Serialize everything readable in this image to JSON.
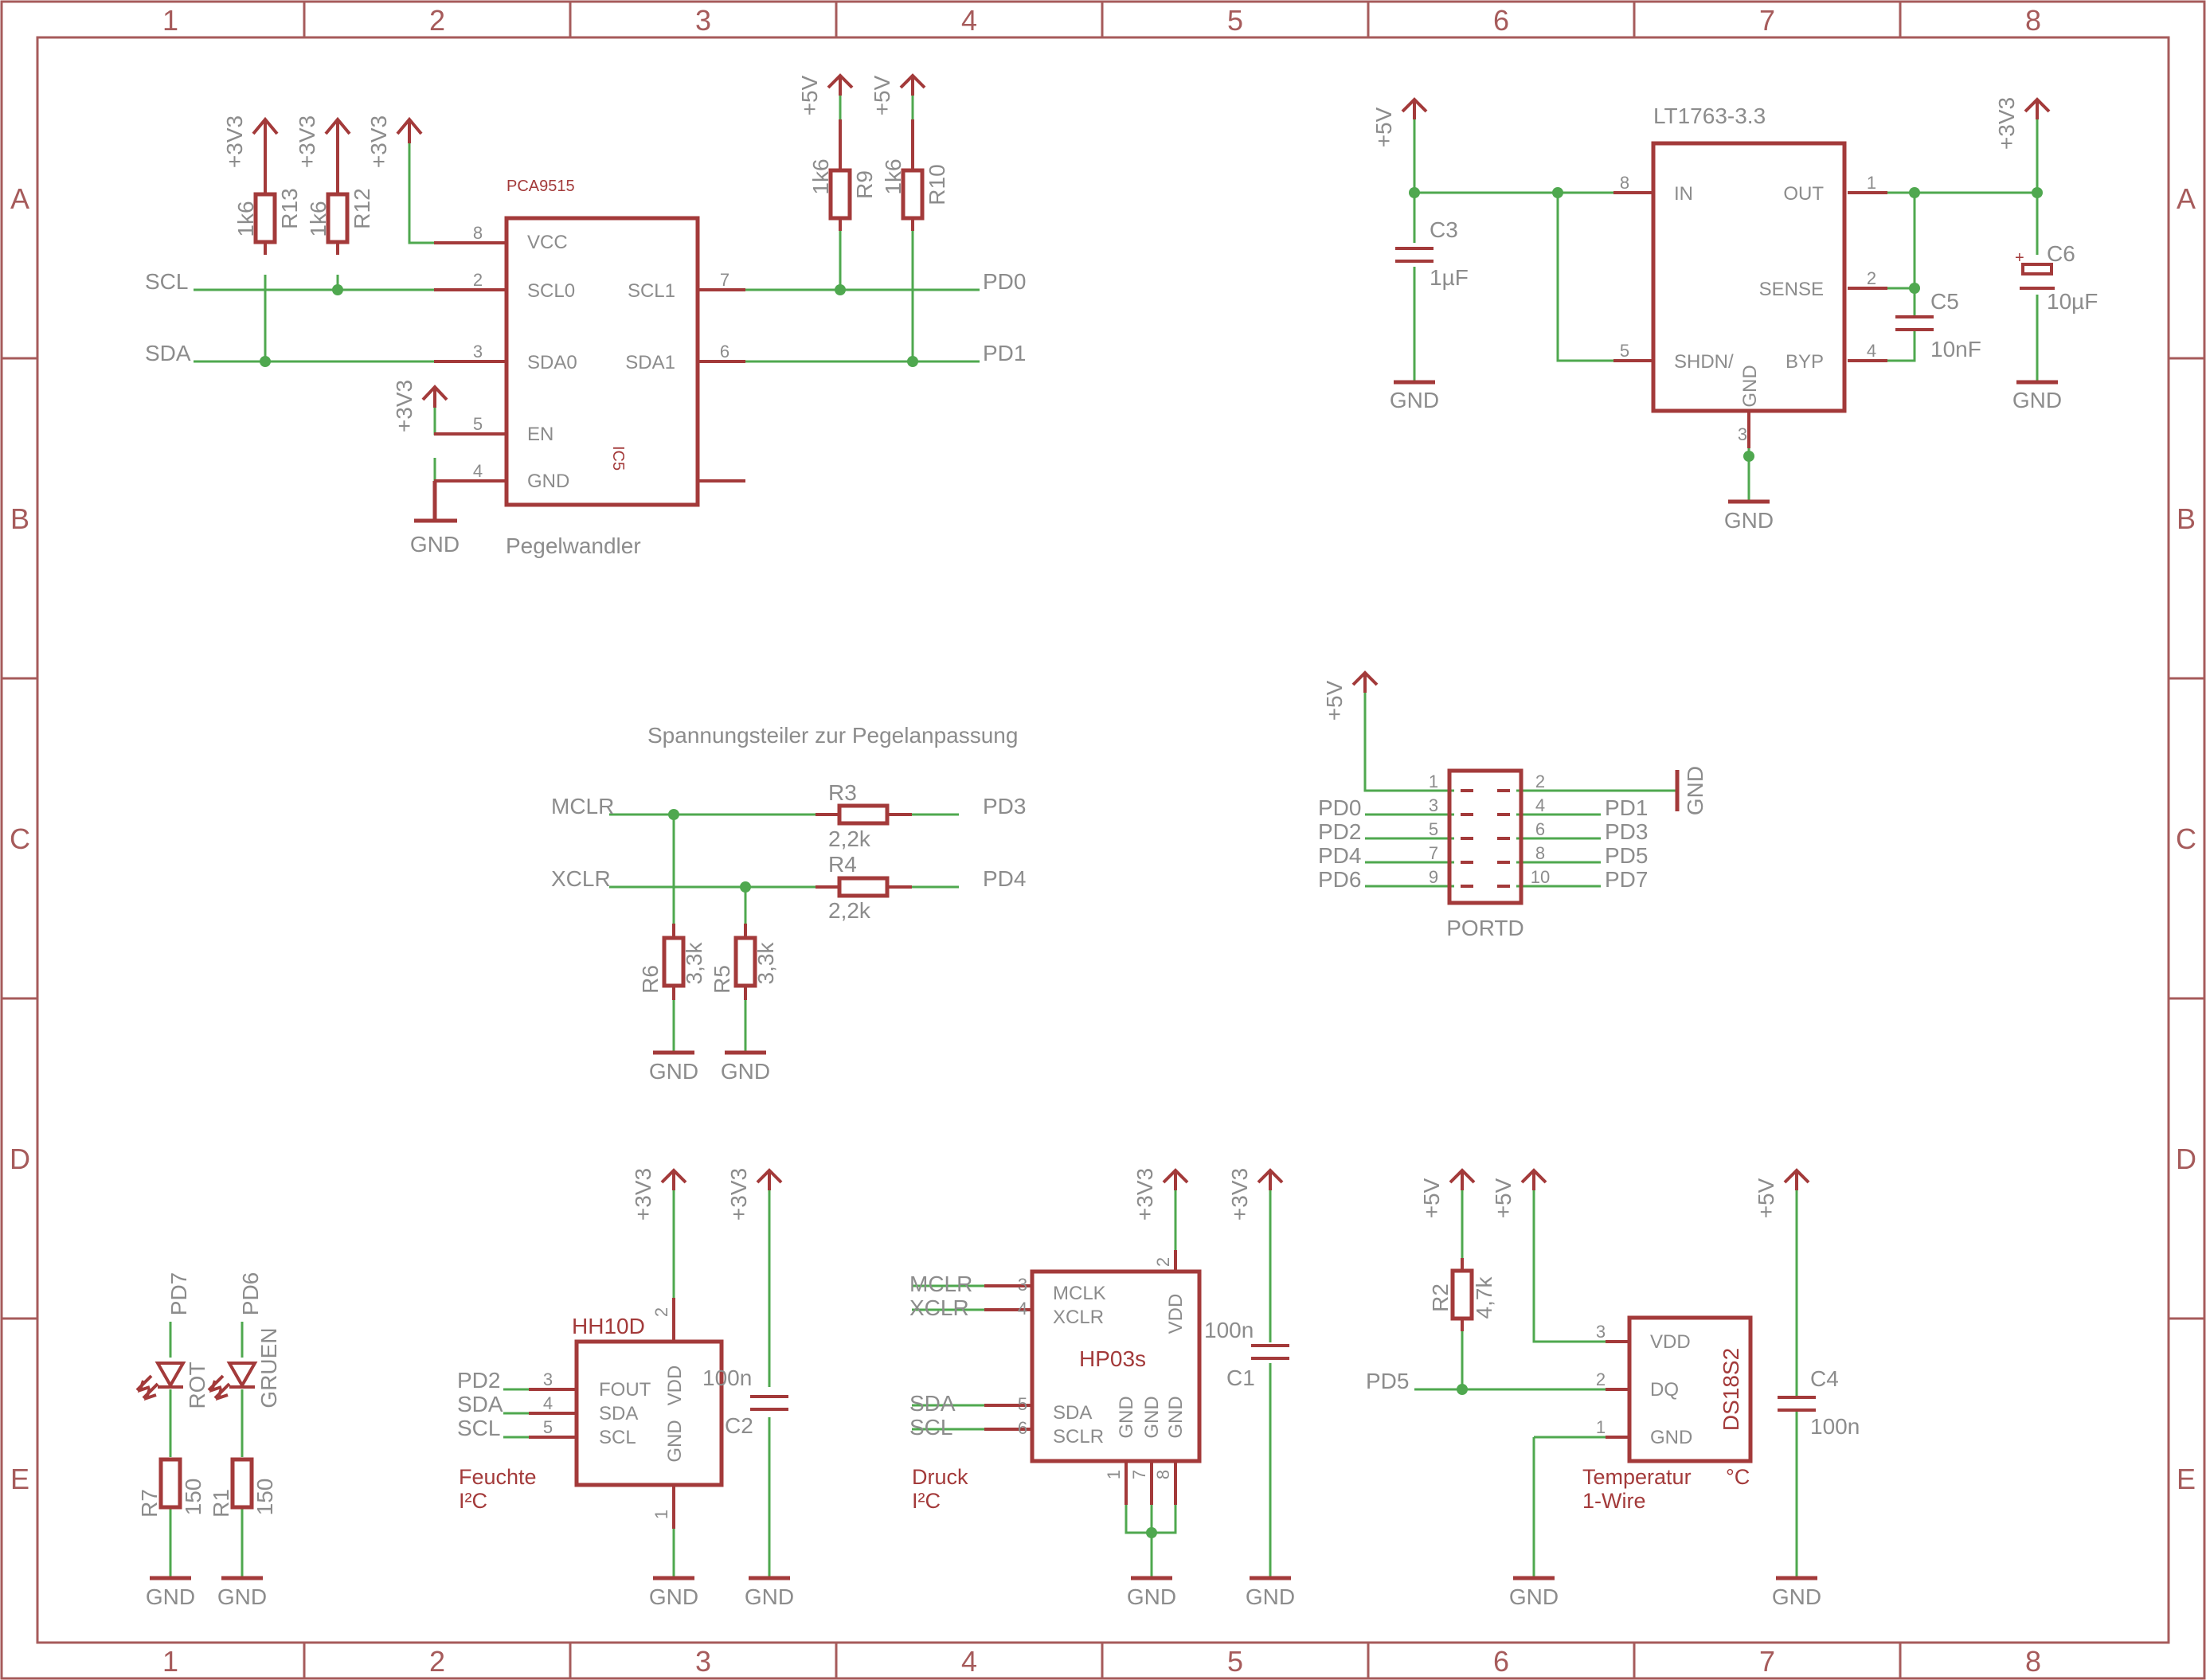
{
  "frame": {
    "columns": [
      "1",
      "2",
      "3",
      "4",
      "5",
      "6",
      "7",
      "8"
    ],
    "rows": [
      "A",
      "B",
      "C",
      "D",
      "E"
    ]
  },
  "pegelwandler": {
    "ic_name": "IC5",
    "ic_value": "PCA9515",
    "label": "Pegelwandler",
    "pins_left": [
      {
        "num": "8",
        "name": "VCC"
      },
      {
        "num": "2",
        "name": "SCL0"
      },
      {
        "num": "3",
        "name": "SDA0"
      },
      {
        "num": "5",
        "name": "EN"
      },
      {
        "num": "4",
        "name": "GND"
      }
    ],
    "pins_right": [
      {
        "num": "7",
        "name": "SCL1"
      },
      {
        "num": "6",
        "name": "SDA1"
      }
    ],
    "r13": {
      "name": "R13",
      "value": "1k6"
    },
    "r12": {
      "name": "R12",
      "value": "1k6"
    },
    "r9": {
      "name": "R9",
      "value": "1k6"
    },
    "r10": {
      "name": "R10",
      "value": "1k6"
    },
    "nets": {
      "scl": "SCL",
      "sda": "SDA",
      "pd0": "PD0",
      "pd1": "PD1"
    },
    "supplies": {
      "v33": "+3V3",
      "v5": "+5V",
      "gnd": "GND"
    }
  },
  "regulator": {
    "value": "LT1763-3.3",
    "pins": [
      {
        "num": "8",
        "name": "IN"
      },
      {
        "num": "1",
        "name": "OUT"
      },
      {
        "num": "2",
        "name": "SENSE"
      },
      {
        "num": "5",
        "name": "SHDN/"
      },
      {
        "num": "4",
        "name": "BYP"
      },
      {
        "num": "3",
        "name": "GND"
      }
    ],
    "c3": {
      "name": "C3",
      "value": "1µF"
    },
    "c5": {
      "name": "C5",
      "value": "10nF"
    },
    "c6": {
      "name": "C6",
      "value": "10µF",
      "polarity": "+"
    },
    "supplies": {
      "v5": "+5V",
      "v33": "+3V3",
      "gnd": "GND"
    }
  },
  "divider": {
    "title": "Spannungsteiler zur Pegelanpassung",
    "nets": {
      "mclr": "MCLR",
      "xclr": "XCLR",
      "pd3": "PD3",
      "pd4": "PD4"
    },
    "r3": {
      "name": "R3",
      "value": "2,2k"
    },
    "r4": {
      "name": "R4",
      "value": "2,2k"
    },
    "r6": {
      "name": "R6",
      "value": "3,3k"
    },
    "r5": {
      "name": "R5",
      "value": "3,3k"
    },
    "gnd": "GND"
  },
  "portd": {
    "name": "PORTD",
    "left_pins": [
      "1",
      "3",
      "5",
      "7",
      "9"
    ],
    "right_pins": [
      "2",
      "4",
      "6",
      "8",
      "10"
    ],
    "left_nets": [
      "PD0",
      "PD2",
      "PD4",
      "PD6"
    ],
    "right_nets": [
      "PD1",
      "PD3",
      "PD5",
      "PD7"
    ],
    "v5": "+5V",
    "gnd": "GND"
  },
  "leds": {
    "nets": [
      "PD7",
      "PD6"
    ],
    "names": [
      "ROT",
      "GRUEN"
    ],
    "r7": {
      "name": "R7",
      "value": "150"
    },
    "r1": {
      "name": "R1",
      "value": "150"
    },
    "gnd": "GND"
  },
  "hh10d": {
    "name": "HH10D",
    "pins": [
      {
        "num": "3",
        "name": "FOUT"
      },
      {
        "num": "4",
        "name": "SDA"
      },
      {
        "num": "5",
        "name": "SCL"
      }
    ],
    "vdd_pin": {
      "num": "2",
      "name": "VDD"
    },
    "gnd_pin": {
      "num": "1",
      "name": "GND"
    },
    "nets": [
      "PD2",
      "SDA",
      "SCL"
    ],
    "c2": {
      "name": "C2",
      "value": "100n"
    },
    "label1": "Feuchte",
    "label2": "I²C",
    "v33": "+3V3",
    "gnd": "GND"
  },
  "hp03s": {
    "name": "HP03s",
    "pins": [
      {
        "num": "3",
        "name": "MCLK"
      },
      {
        "num": "4",
        "name": "XCLR"
      },
      {
        "num": "5",
        "name": "SDA"
      },
      {
        "num": "6",
        "name": "SCLR"
      }
    ],
    "vdd_pin": {
      "num": "2",
      "name": "VDD"
    },
    "gnd_pins": [
      {
        "num": "1",
        "name": "GND"
      },
      {
        "num": "7",
        "name": "GND"
      },
      {
        "num": "8",
        "name": "GND"
      }
    ],
    "nets": [
      "MCLR",
      "XCLR",
      "SDA",
      "SCL"
    ],
    "c1": {
      "name": "C1",
      "value": "100n"
    },
    "label1": "Druck",
    "label2": "I²C",
    "v33": "+3V3",
    "gnd": "GND"
  },
  "ds18s2": {
    "name": "DS18S2",
    "pins": [
      {
        "num": "3",
        "name": "VDD"
      },
      {
        "num": "2",
        "name": "DQ"
      },
      {
        "num": "1",
        "name": "GND"
      }
    ],
    "r2": {
      "name": "R2",
      "value": "4,7k"
    },
    "net": "PD5",
    "c4": {
      "name": "C4",
      "value": "100n"
    },
    "label1": "Temperatur",
    "label2": "1-Wire",
    "label3": "°C",
    "v5": "+5V",
    "gnd": "GND"
  },
  "colors": {
    "wire": "#4fa84f",
    "symbol": "#a33a3a",
    "frame": "#a65b5b",
    "text": "#8c8c8c"
  }
}
